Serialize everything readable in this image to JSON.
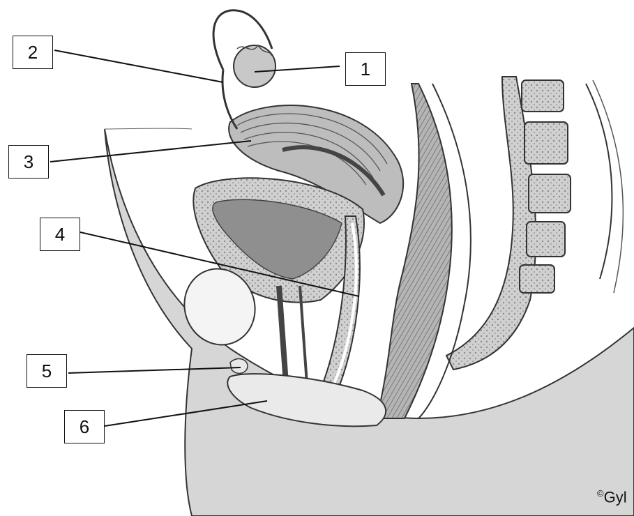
{
  "diagram": {
    "labels": [
      {
        "id": "1",
        "text": "1"
      },
      {
        "id": "2",
        "text": "2"
      },
      {
        "id": "3",
        "text": "3"
      },
      {
        "id": "4",
        "text": "4"
      },
      {
        "id": "5",
        "text": "5"
      },
      {
        "id": "6",
        "text": "6"
      }
    ],
    "copyright_symbol": "©",
    "copyright_text": "Gyl"
  },
  "colors": {
    "body_fill": "#d9d9d9",
    "tissue_light": "#cfcfcf",
    "tissue_dark": "#6e6e6e",
    "outline": "#222222",
    "cavity": "#f4f4f4"
  }
}
